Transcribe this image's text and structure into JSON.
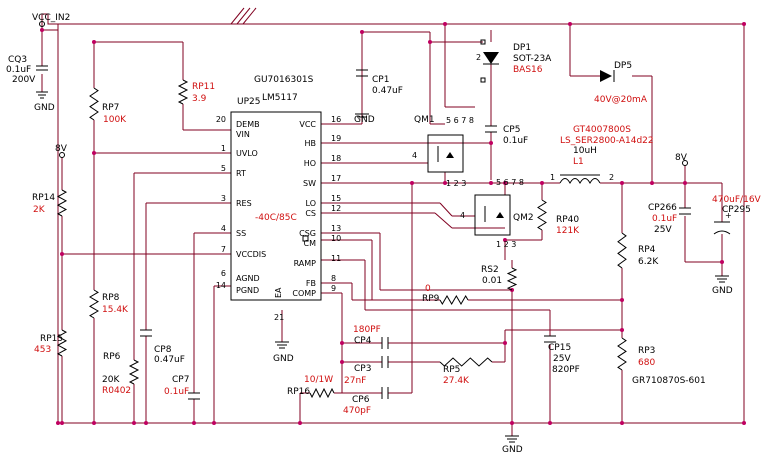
{
  "rails": {
    "vcc_in2": "VCC_IN2",
    "v8_left": "8V",
    "v8_right": "8V",
    "gnd": "GND"
  },
  "ic": {
    "part": "GU7016301S",
    "ref": "UP25",
    "model": "LM5117",
    "temp": "-40C/85C",
    "pins_left": [
      {
        "num": "20",
        "name": "DEMB"
      },
      {
        "num": "",
        "name": "VIN"
      },
      {
        "num": "1",
        "name": "UVLO"
      },
      {
        "num": "5",
        "name": "RT"
      },
      {
        "num": "3",
        "name": "RES"
      },
      {
        "num": "4",
        "name": "SS"
      },
      {
        "num": "7",
        "name": "VCCDIS"
      },
      {
        "num": "6",
        "name": "AGND"
      },
      {
        "num": "14",
        "name": "PGND"
      }
    ],
    "pins_right": [
      {
        "num": "16",
        "name": "VCC"
      },
      {
        "num": "19",
        "name": "HB"
      },
      {
        "num": "18",
        "name": "HO"
      },
      {
        "num": "17",
        "name": "SW"
      },
      {
        "num": "15",
        "name": "LO"
      },
      {
        "num": "12",
        "name": "CS"
      },
      {
        "num": "13",
        "name": "CSG"
      },
      {
        "num": "10",
        "name": "CM"
      },
      {
        "num": "11",
        "name": "RAMP"
      },
      {
        "num": "8",
        "name": "FB"
      },
      {
        "num": "9",
        "name": "COMP"
      }
    ],
    "ea": "EA",
    "pin21": "21"
  },
  "components": {
    "cq3": {
      "ref": "CQ3",
      "v1": "0.1uF",
      "v2": "200V"
    },
    "rp7": {
      "ref": "RP7",
      "value": "100K"
    },
    "rp11": {
      "ref": "RP11",
      "value": "3.9"
    },
    "rp14": {
      "ref": "RP14",
      "value": "2K"
    },
    "rp8": {
      "ref": "RP8",
      "value": "15.4K"
    },
    "rp15": {
      "ref": "RP15",
      "value": "453"
    },
    "rp6": {
      "ref": "RP6",
      "v1": "20K",
      "v2": "R0402"
    },
    "cp8": {
      "ref": "CP8",
      "value": "0.47uF"
    },
    "cp7": {
      "ref": "CP7",
      "value": "0.1uF"
    },
    "cp1": {
      "ref": "CP1",
      "value": "0.47uF"
    },
    "dp1": {
      "ref": "DP1",
      "v1": "SOT-23A",
      "v2": "BAS16"
    },
    "dp5": {
      "ref": "DP5",
      "value": "40V@20mA"
    },
    "qm1": {
      "ref": "QM1",
      "pins": "5 6 7 8",
      "p4": "4",
      "p123": "1 2 3"
    },
    "qm2": {
      "ref": "QM2",
      "pins": "5 6 7 8",
      "p4": "4",
      "p123": "1 2 3"
    },
    "cp5": {
      "ref": "CP5",
      "value": "0.1uF"
    },
    "l1": {
      "part": "GT4007800S",
      "series": "LS_SER2800-A14d22",
      "value": "10uH",
      "ref": "L1",
      "p1": "1",
      "p2": "2"
    },
    "rp40": {
      "ref": "RP40",
      "value": "121K"
    },
    "rs2": {
      "ref": "RS2",
      "value": "0.01"
    },
    "rp9": {
      "ref": "RP9",
      "value": "0"
    },
    "cp4": {
      "ref": "CP4",
      "value": "180PF"
    },
    "cp3": {
      "ref": "CP3",
      "value": "27nF"
    },
    "rp5": {
      "ref": "RP5",
      "value": "27.4K"
    },
    "rp16": {
      "ref": "RP16",
      "value": "10/1W"
    },
    "cp6": {
      "ref": "CP6",
      "value": "470pF"
    },
    "cp15": {
      "ref": "CP15",
      "v1": "25V",
      "v2": "820PF"
    },
    "cp266": {
      "ref": "CP266",
      "v1": "0.1uF",
      "v2": "25V"
    },
    "cp295": {
      "ref": "CP295",
      "value": "470uF/16V"
    },
    "rp4": {
      "ref": "RP4",
      "value": "6.2K"
    },
    "rp3": {
      "ref": "RP3",
      "value": "680"
    },
    "gr": {
      "label": "GR710870S-601"
    }
  }
}
